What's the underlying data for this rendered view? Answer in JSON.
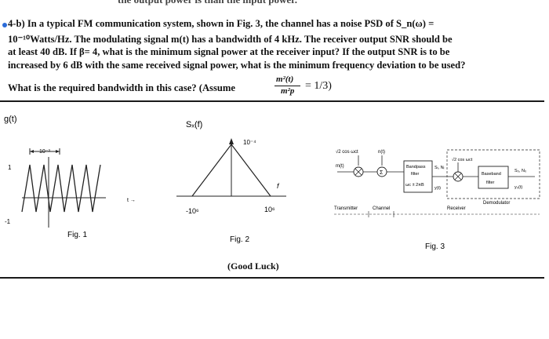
{
  "top_fragment": "the output power is than the input power.",
  "question": {
    "lines": [
      "4-b) In a typical FM communication system, shown in Fig. 3, the channel has a noise PSD of S_n(ω) =",
      "10⁻¹⁰Watts/Hz. The modulating signal m(t) has a bandwidth of 4 kHz. The receiver output SNR should be",
      "at least 40 dB. If β= 4, what is the minimum signal power at the receiver input? If the output SNR is to be",
      "increased by 6 dB with the same received signal power, what is the minimum frequency deviation to be used?",
      "What is the required bandwidth in this case? (Assume"
    ],
    "assume_numerator": "m²(t)",
    "assume_denominator": "m²p",
    "assume_value": "= 1/3)"
  },
  "fig1": {
    "ylabel": "g(t)",
    "period_label": "10⁻³",
    "tick_pos": "1",
    "tick_neg": "-1",
    "t_arrow": "t →",
    "caption": "Fig. 1"
  },
  "fig2": {
    "ylabel": "Sₓ(f)",
    "peak_label": "10⁻⁴",
    "x_neg": "-10⁶",
    "x_pos": "10⁶",
    "f_label": "f",
    "caption": "Fig. 2"
  },
  "fig3": {
    "carrier_tx": "√2 cos ωct",
    "noise": "n(t)",
    "input": "m(t)",
    "bandpass": [
      "Bandpass",
      "filter",
      "ωc ± 2πB"
    ],
    "sn": "Sᵢ, Nᵢ",
    "yt": "y(t)",
    "carrier_rx": "√2 cos ωct",
    "baseband": [
      "Baseband",
      "filter"
    ],
    "so": "S₀, N₀",
    "yo": "y₀(t)",
    "transmitter": "Transmitter",
    "channel": "Channel",
    "receiver": "Receiver",
    "demodulator": "Demodulator",
    "caption": "Fig. 3"
  },
  "good_luck": "(Good Luck)"
}
